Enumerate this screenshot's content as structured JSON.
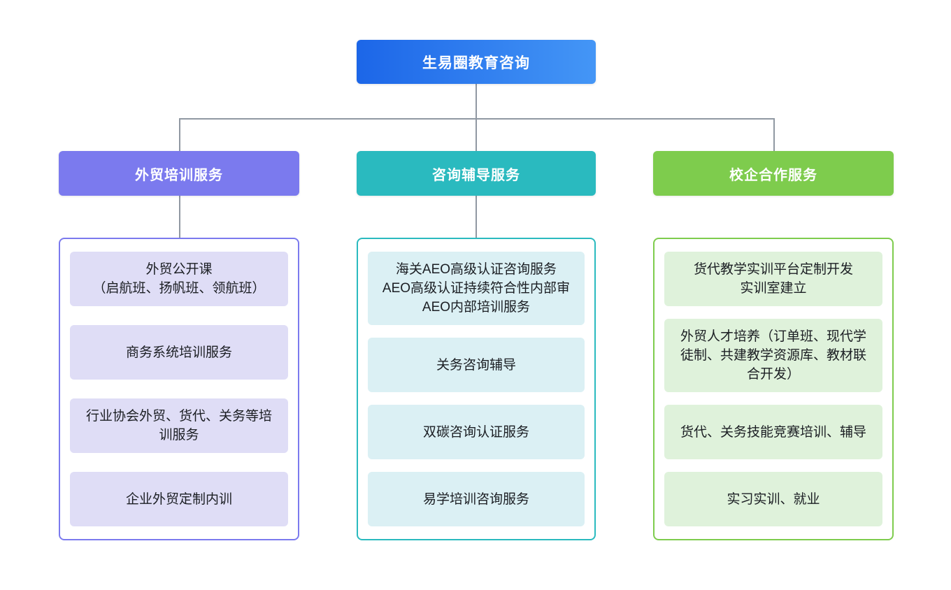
{
  "diagram": {
    "connector_color": "#9098A2",
    "root": {
      "label": "生易圈教育咨询",
      "gradient_from": "#1C66E8",
      "gradient_to": "#4496F6",
      "text_color": "#FFFFFF"
    },
    "branches": [
      {
        "title": "外贸培训服务",
        "color": "#7B7AEE",
        "item_bg": "#DFDDF6",
        "items": [
          "外贸公开课\n（启航班、扬帆班、领航班）",
          "商务系统培训服务",
          "行业协会外贸、货代、关务等培训服务",
          "企业外贸定制内训"
        ]
      },
      {
        "title": "咨询辅导服务",
        "color": "#2ABABF",
        "item_bg": "#DBF0F4",
        "items": [
          "海关AEO高级认证咨询服务\nAEO高级认证持续符合性内部审\nAEO内部培训服务",
          "关务咨询辅导",
          "双碳咨询认证服务",
          "易学培训咨询服务"
        ]
      },
      {
        "title": "校企合作服务",
        "color": "#7ECC4D",
        "item_bg": "#DFF2DB",
        "items": [
          "货代教学实训平台定制开发\n实训室建立",
          "外贸人才培养（订单班、现代学徒制、共建教学资源库、教材联合开发）",
          "货代、关务技能竞赛培训、辅导",
          "实习实训、就业"
        ]
      }
    ]
  }
}
